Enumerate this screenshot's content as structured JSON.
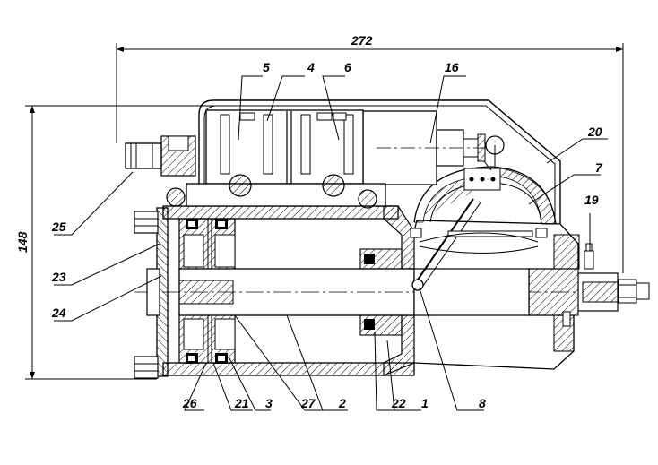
{
  "drawing": {
    "dimensions": {
      "overall_length": "272",
      "overall_height": "148"
    },
    "callouts": [
      {
        "id": "c1",
        "text": "1"
      },
      {
        "id": "c2",
        "text": "2"
      },
      {
        "id": "c3",
        "text": "3"
      },
      {
        "id": "c4",
        "text": "4"
      },
      {
        "id": "c5",
        "text": "5"
      },
      {
        "id": "c6",
        "text": "6"
      },
      {
        "id": "c7",
        "text": "7"
      },
      {
        "id": "c8",
        "text": "8"
      },
      {
        "id": "c16",
        "text": "16"
      },
      {
        "id": "c19",
        "text": "19"
      },
      {
        "id": "c20",
        "text": "20"
      },
      {
        "id": "c21",
        "text": "21"
      },
      {
        "id": "c22",
        "text": "22"
      },
      {
        "id": "c23",
        "text": "23"
      },
      {
        "id": "c24",
        "text": "24"
      },
      {
        "id": "c25",
        "text": "25"
      },
      {
        "id": "c26",
        "text": "26"
      },
      {
        "id": "c27",
        "text": "27"
      }
    ]
  }
}
